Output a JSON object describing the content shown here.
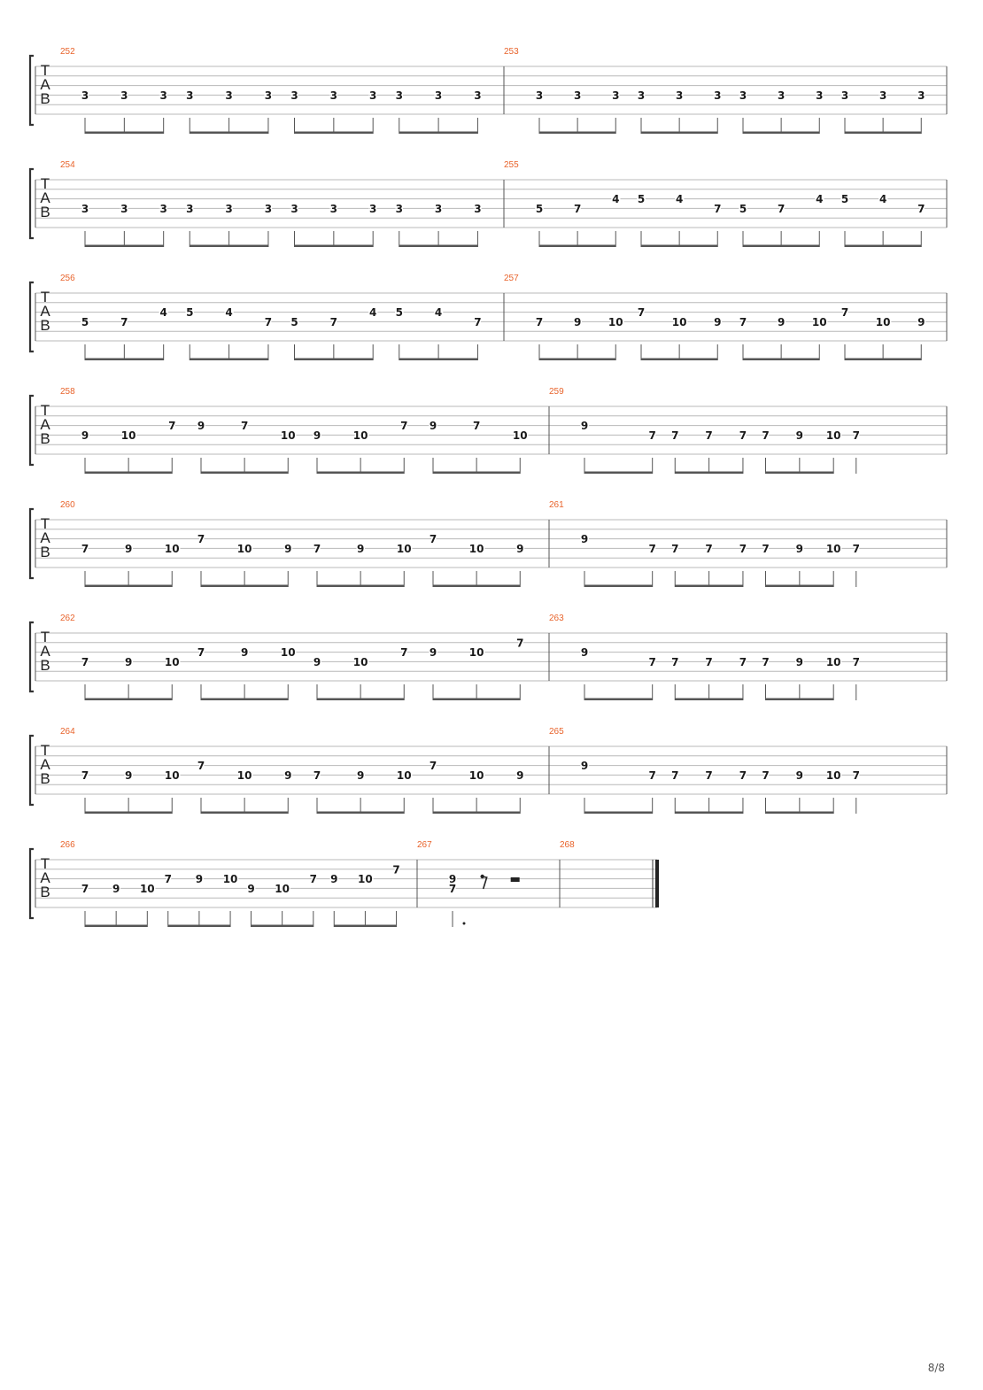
{
  "page": {
    "number": "8/8"
  },
  "colors": {
    "measure_number": "#e8632b",
    "staff_line": "#b8b8b8",
    "note": "#1a1a1a",
    "beam": "#555555"
  },
  "tab_clef": [
    "T",
    "A",
    "B"
  ],
  "systems": [
    {
      "measures": [
        {
          "number": "252",
          "groups": [
            [
              [
                4,
                "3"
              ],
              [
                4,
                "3"
              ],
              [
                4,
                "3"
              ]
            ],
            [
              [
                4,
                "3"
              ],
              [
                4,
                "3"
              ],
              [
                4,
                "3"
              ]
            ],
            [
              [
                4,
                "3"
              ],
              [
                4,
                "3"
              ],
              [
                4,
                "3"
              ]
            ],
            [
              [
                4,
                "3"
              ],
              [
                4,
                "3"
              ],
              [
                4,
                "3"
              ]
            ]
          ]
        },
        {
          "number": "253",
          "groups": [
            [
              [
                4,
                "3"
              ],
              [
                4,
                "3"
              ],
              [
                4,
                "3"
              ]
            ],
            [
              [
                4,
                "3"
              ],
              [
                4,
                "3"
              ],
              [
                4,
                "3"
              ]
            ],
            [
              [
                4,
                "3"
              ],
              [
                4,
                "3"
              ],
              [
                4,
                "3"
              ]
            ],
            [
              [
                4,
                "3"
              ],
              [
                4,
                "3"
              ],
              [
                4,
                "3"
              ]
            ]
          ]
        }
      ]
    },
    {
      "measures": [
        {
          "number": "254",
          "groups": [
            [
              [
                4,
                "3"
              ],
              [
                4,
                "3"
              ],
              [
                4,
                "3"
              ]
            ],
            [
              [
                4,
                "3"
              ],
              [
                4,
                "3"
              ],
              [
                4,
                "3"
              ]
            ],
            [
              [
                4,
                "3"
              ],
              [
                4,
                "3"
              ],
              [
                4,
                "3"
              ]
            ],
            [
              [
                4,
                "3"
              ],
              [
                4,
                "3"
              ],
              [
                4,
                "3"
              ]
            ]
          ]
        },
        {
          "number": "255",
          "groups": [
            [
              [
                4,
                "5"
              ],
              [
                4,
                "7"
              ],
              [
                3,
                "4"
              ]
            ],
            [
              [
                3,
                "5"
              ],
              [
                3,
                "4"
              ],
              [
                4,
                "7"
              ]
            ],
            [
              [
                4,
                "5"
              ],
              [
                4,
                "7"
              ],
              [
                3,
                "4"
              ]
            ],
            [
              [
                3,
                "5"
              ],
              [
                3,
                "4"
              ],
              [
                4,
                "7"
              ]
            ]
          ]
        }
      ]
    },
    {
      "measures": [
        {
          "number": "256",
          "groups": [
            [
              [
                4,
                "5"
              ],
              [
                4,
                "7"
              ],
              [
                3,
                "4"
              ]
            ],
            [
              [
                3,
                "5"
              ],
              [
                3,
                "4"
              ],
              [
                4,
                "7"
              ]
            ],
            [
              [
                4,
                "5"
              ],
              [
                4,
                "7"
              ],
              [
                3,
                "4"
              ]
            ],
            [
              [
                3,
                "5"
              ],
              [
                3,
                "4"
              ],
              [
                4,
                "7"
              ]
            ]
          ]
        },
        {
          "number": "257",
          "groups": [
            [
              [
                4,
                "7"
              ],
              [
                4,
                "9"
              ],
              [
                4,
                "10"
              ]
            ],
            [
              [
                3,
                "7"
              ],
              [
                4,
                "10"
              ],
              [
                4,
                "9"
              ]
            ],
            [
              [
                4,
                "7"
              ],
              [
                4,
                "9"
              ],
              [
                4,
                "10"
              ]
            ],
            [
              [
                3,
                "7"
              ],
              [
                4,
                "10"
              ],
              [
                4,
                "9"
              ]
            ]
          ]
        }
      ]
    },
    {
      "measures": [
        {
          "number": "258",
          "groups": [
            [
              [
                4,
                "9"
              ],
              [
                4,
                "10"
              ],
              [
                3,
                "7"
              ]
            ],
            [
              [
                3,
                "9"
              ],
              [
                3,
                "7"
              ],
              [
                4,
                "10"
              ]
            ],
            [
              [
                4,
                "9"
              ],
              [
                4,
                "10"
              ],
              [
                3,
                "7"
              ]
            ],
            [
              [
                3,
                "9"
              ],
              [
                3,
                "7"
              ],
              [
                4,
                "10"
              ]
            ]
          ]
        },
        {
          "number": "259",
          "groups": [
            [
              [
                3,
                "9"
              ],
              [
                4,
                "7"
              ]
            ],
            [
              [
                4,
                "7"
              ],
              [
                4,
                "7"
              ],
              [
                4,
                "7"
              ]
            ],
            [
              [
                4,
                "7"
              ],
              [
                4,
                "9"
              ],
              [
                4,
                "10"
              ]
            ],
            [
              [
                4,
                "7"
              ]
            ]
          ]
        }
      ]
    },
    {
      "measures": [
        {
          "number": "260",
          "groups": [
            [
              [
                4,
                "7"
              ],
              [
                4,
                "9"
              ],
              [
                4,
                "10"
              ]
            ],
            [
              [
                3,
                "7"
              ],
              [
                4,
                "10"
              ],
              [
                4,
                "9"
              ]
            ],
            [
              [
                4,
                "7"
              ],
              [
                4,
                "9"
              ],
              [
                4,
                "10"
              ]
            ],
            [
              [
                3,
                "7"
              ],
              [
                4,
                "10"
              ],
              [
                4,
                "9"
              ]
            ]
          ]
        },
        {
          "number": "261",
          "groups": [
            [
              [
                3,
                "9"
              ],
              [
                4,
                "7"
              ]
            ],
            [
              [
                4,
                "7"
              ],
              [
                4,
                "7"
              ],
              [
                4,
                "7"
              ]
            ],
            [
              [
                4,
                "7"
              ],
              [
                4,
                "9"
              ],
              [
                4,
                "10"
              ]
            ],
            [
              [
                4,
                "7"
              ]
            ]
          ]
        }
      ]
    },
    {
      "measures": [
        {
          "number": "262",
          "groups": [
            [
              [
                4,
                "7"
              ],
              [
                4,
                "9"
              ],
              [
                4,
                "10"
              ]
            ],
            [
              [
                3,
                "7"
              ],
              [
                3,
                "9"
              ],
              [
                3,
                "10"
              ]
            ],
            [
              [
                4,
                "9"
              ],
              [
                4,
                "10"
              ],
              [
                3,
                "7"
              ]
            ],
            [
              [
                3,
                "9"
              ],
              [
                3,
                "10"
              ],
              [
                2,
                "7"
              ]
            ]
          ]
        },
        {
          "number": "263",
          "groups": [
            [
              [
                3,
                "9"
              ],
              [
                4,
                "7"
              ]
            ],
            [
              [
                4,
                "7"
              ],
              [
                4,
                "7"
              ],
              [
                4,
                "7"
              ]
            ],
            [
              [
                4,
                "7"
              ],
              [
                4,
                "9"
              ],
              [
                4,
                "10"
              ]
            ],
            [
              [
                4,
                "7"
              ]
            ]
          ]
        }
      ]
    },
    {
      "measures": [
        {
          "number": "264",
          "groups": [
            [
              [
                4,
                "7"
              ],
              [
                4,
                "9"
              ],
              [
                4,
                "10"
              ]
            ],
            [
              [
                3,
                "7"
              ],
              [
                4,
                "10"
              ],
              [
                4,
                "9"
              ]
            ],
            [
              [
                4,
                "7"
              ],
              [
                4,
                "9"
              ],
              [
                4,
                "10"
              ]
            ],
            [
              [
                3,
                "7"
              ],
              [
                4,
                "10"
              ],
              [
                4,
                "9"
              ]
            ]
          ]
        },
        {
          "number": "265",
          "groups": [
            [
              [
                3,
                "9"
              ],
              [
                4,
                "7"
              ]
            ],
            [
              [
                4,
                "7"
              ],
              [
                4,
                "7"
              ],
              [
                4,
                "7"
              ]
            ],
            [
              [
                4,
                "7"
              ],
              [
                4,
                "9"
              ],
              [
                4,
                "10"
              ]
            ],
            [
              [
                4,
                "7"
              ]
            ]
          ]
        }
      ]
    },
    {
      "measures": [
        {
          "number": "266",
          "groups": [
            [
              [
                4,
                "7"
              ],
              [
                4,
                "9"
              ],
              [
                4,
                "10"
              ]
            ],
            [
              [
                3,
                "7"
              ],
              [
                3,
                "9"
              ],
              [
                3,
                "10"
              ]
            ],
            [
              [
                4,
                "9"
              ],
              [
                4,
                "10"
              ],
              [
                3,
                "7"
              ]
            ],
            [
              [
                3,
                "9"
              ],
              [
                3,
                "10"
              ],
              [
                2,
                "7"
              ]
            ]
          ]
        },
        {
          "number": "267",
          "groups": [
            [
              [
                3,
                "9"
              ],
              [
                4,
                "7"
              ]
            ]
          ],
          "rests": [
            "eighth",
            "half"
          ]
        },
        {
          "number": "268",
          "groups": [],
          "final_barline": true
        }
      ]
    }
  ]
}
